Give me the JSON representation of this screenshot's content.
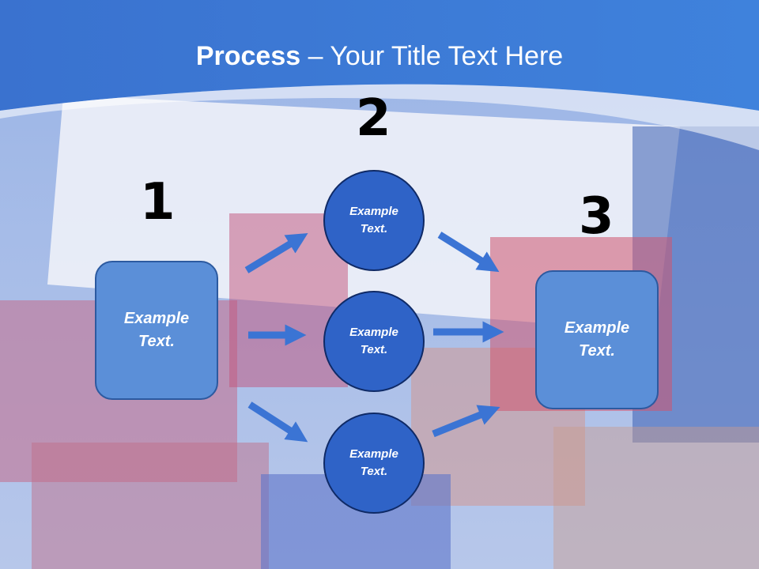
{
  "slide": {
    "title_bold": "Process",
    "title_rest": " – Your Title Text Here",
    "step_numbers": [
      "1",
      "2",
      "3"
    ]
  },
  "diagram": {
    "left_box": "Example\nText.",
    "circle_top": "Example\nText.",
    "circle_middle": "Example\nText.",
    "circle_bottom": "Example\nText.",
    "right_box": "Example\nText."
  },
  "colors": {
    "header_blue": "#3f7ed6",
    "box_fill": "#5b8fd8",
    "circle_fill": "#2f63c7",
    "arrow": "#3b74d4"
  }
}
